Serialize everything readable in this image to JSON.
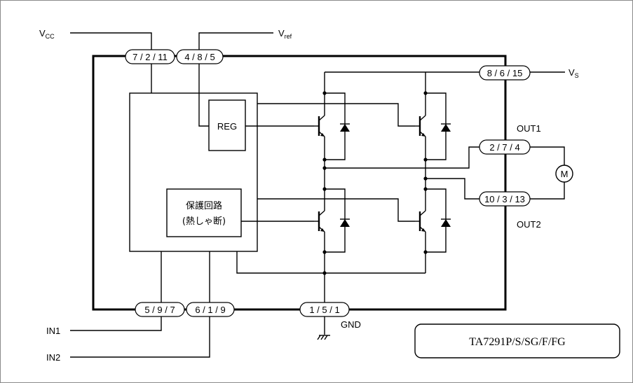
{
  "labels": {
    "vcc_main": "V",
    "vcc_sub": "CC",
    "vref_main": "V",
    "vref_sub": "ref",
    "vs_main": "V",
    "vs_sub": "S",
    "out1": "OUT1",
    "out2": "OUT2",
    "gnd": "GND",
    "in1": "IN1",
    "in2": "IN2",
    "reg": "REG",
    "protect_line1": "保護回路",
    "protect_line2": "(熱しゃ断)",
    "motor": "M"
  },
  "pins": {
    "vcc": "7 / 2 / 11",
    "vref": "4 / 8 / 5",
    "vs": "8 / 6 / 15",
    "out1": "2 / 7 / 4",
    "out2": "10 / 3 / 13",
    "in1": "5 / 9 / 7",
    "in2": "6 / 1 / 9",
    "gnd": "1 / 5 / 1"
  },
  "part_number": "TA7291P/S/SG/F/FG"
}
